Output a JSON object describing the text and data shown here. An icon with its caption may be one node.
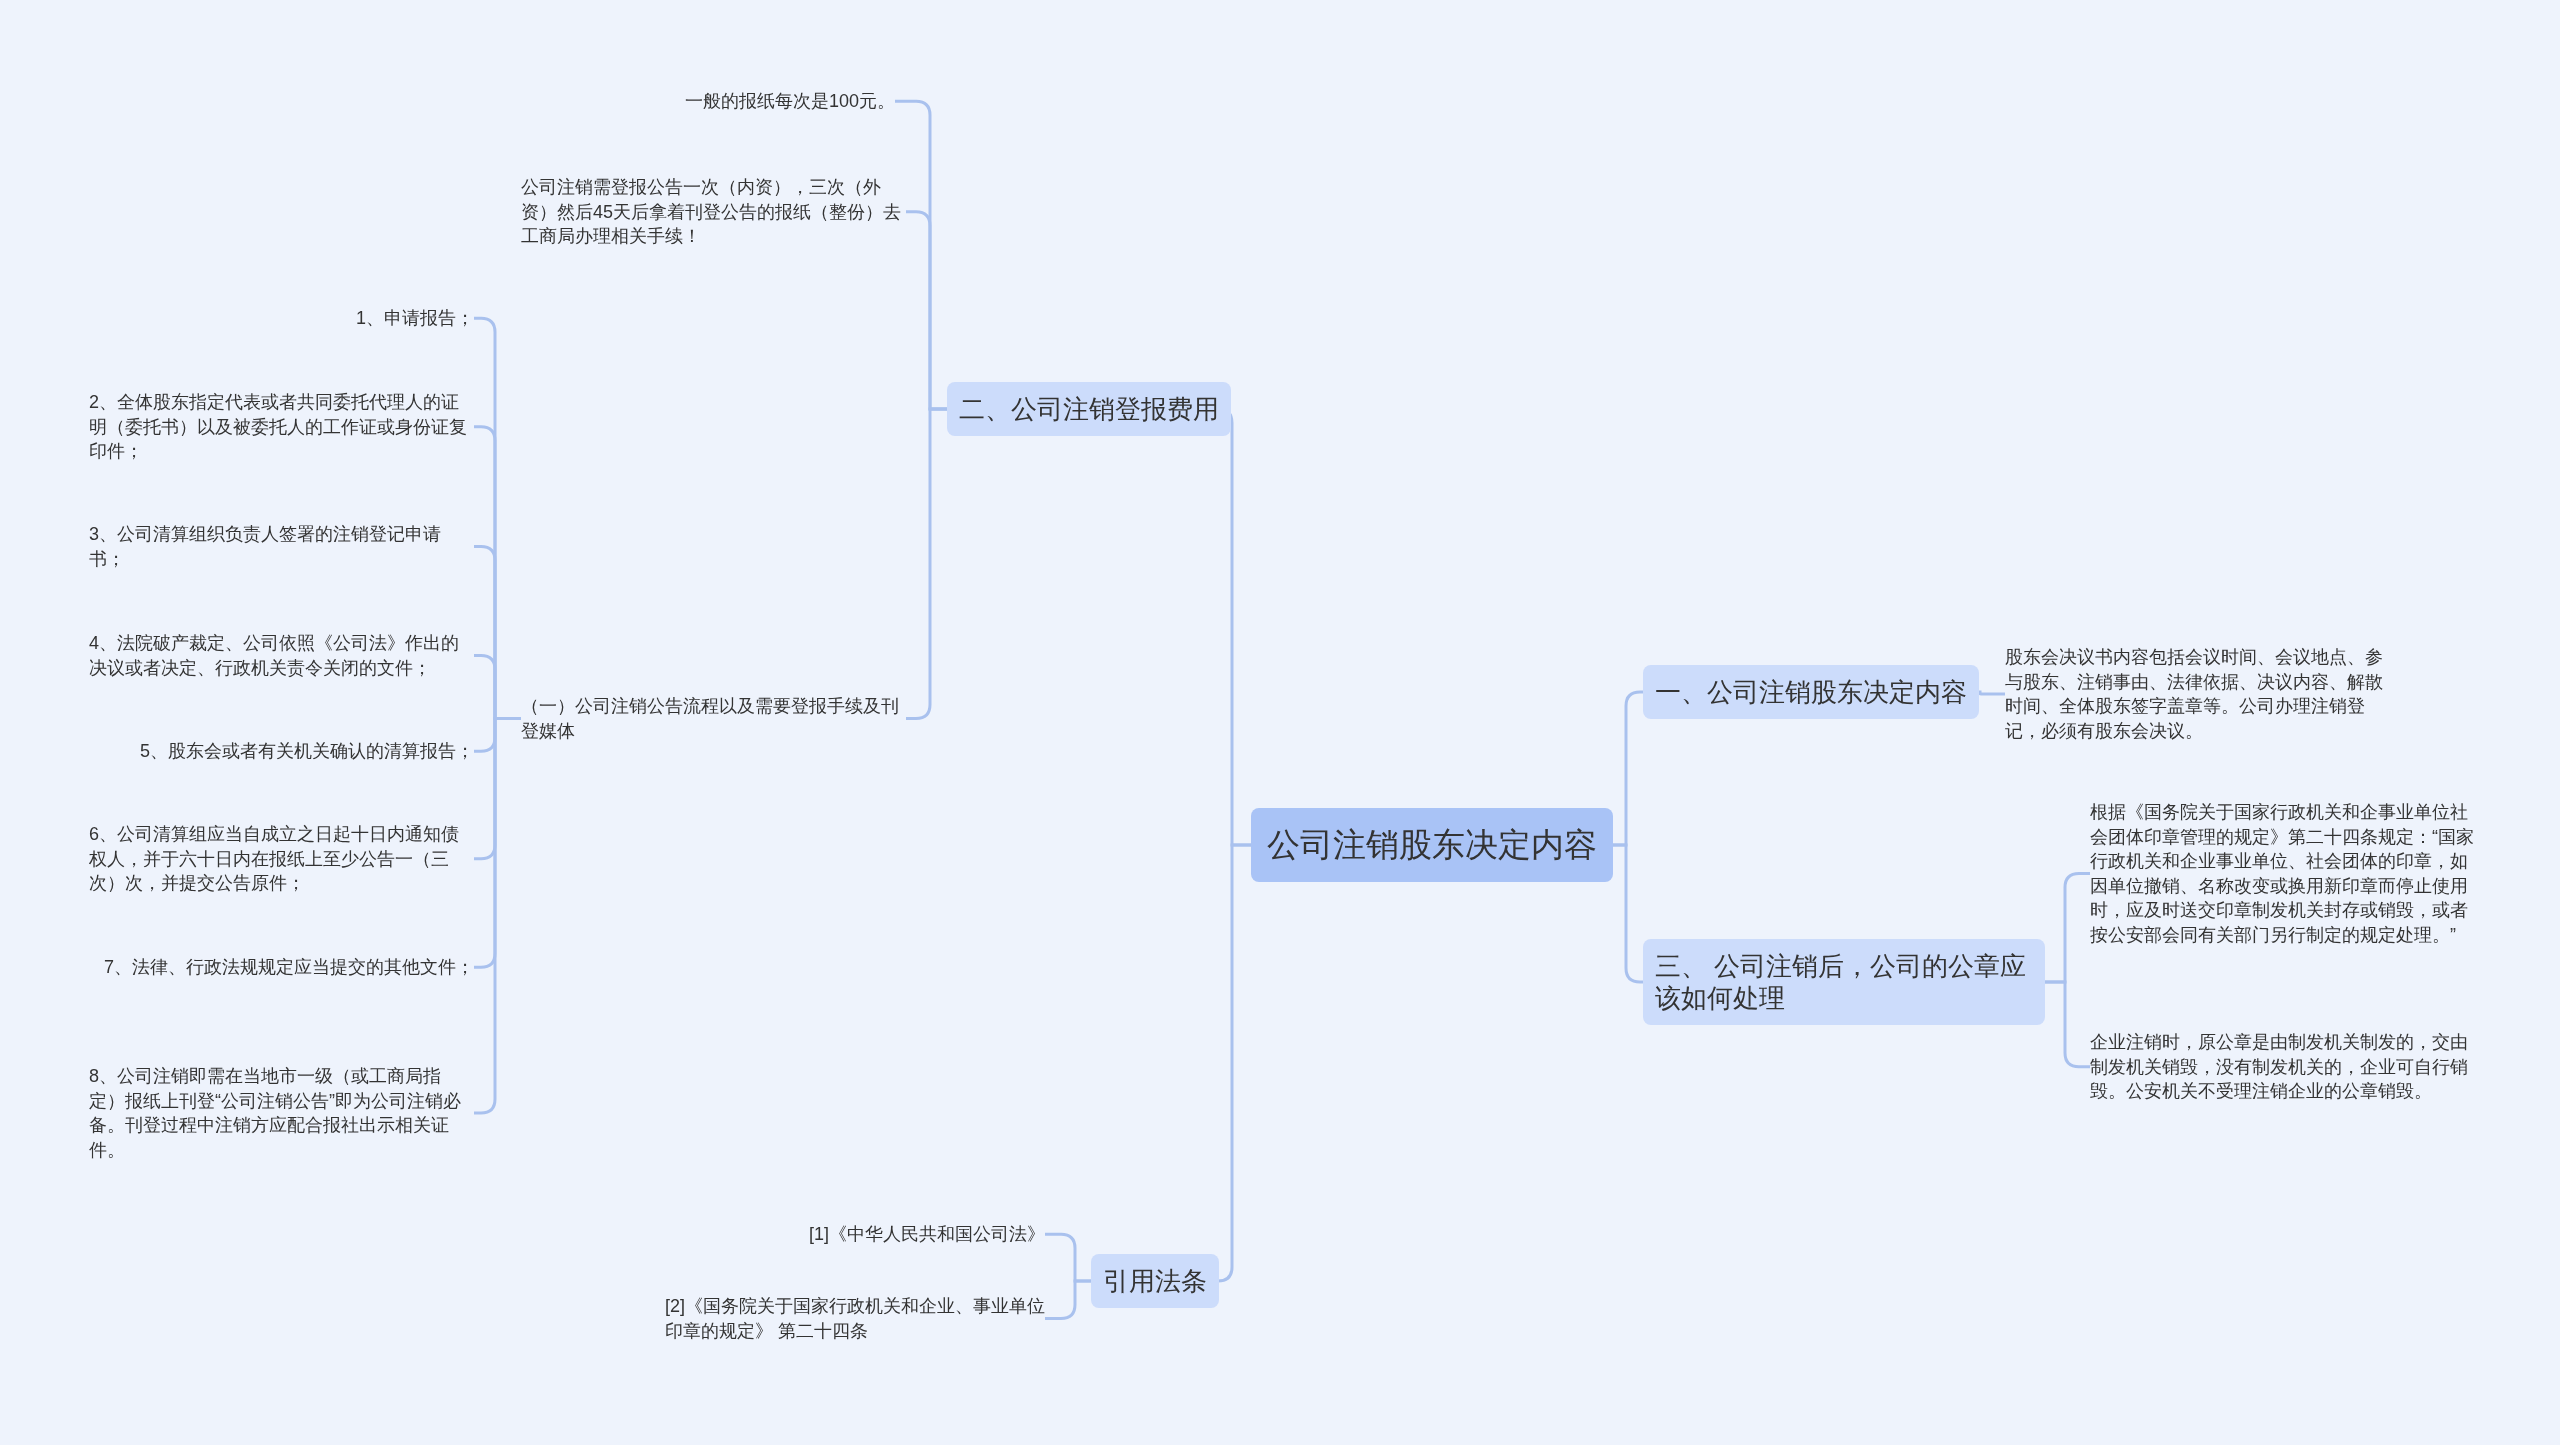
{
  "diagram": {
    "nodes": [
      {
        "text": [
          "公司注销股东决定内容"
        ]
      },
      {
        "text": [
          "二、公司注销登报费用"
        ]
      },
      {
        "text": [
          "一般的报纸每次是100元。"
        ]
      },
      {
        "text": [
          "公司注销需登报公告一次（内资），三次（外资）然后45天后拿着刊登公告的报纸（整份）去工商局办理相关手续！"
        ]
      },
      {
        "text": [
          "（一）公司注销公告流程以及需要登报手续及刊登媒体"
        ]
      },
      {
        "text": [
          "1、申请报告；"
        ]
      },
      {
        "text": [
          "2、全体股东指定代表或者共同委托代理人的证明（委托书）以及被委托人的工作证或身份证复印件；"
        ]
      },
      {
        "text": [
          "3、公司清算组织负责人签署的注销登记申请书；"
        ]
      },
      {
        "text": [
          "4、法院破产裁定、公司依照《公司法》作出的决议或者决定、行政机关责令关闭的文件；"
        ]
      },
      {
        "text": [
          "5、股东会或者有关机关确认的清算报告；"
        ]
      },
      {
        "text": [
          "6、公司清算组应当自成立之日起十日内通知债权人，并于六十日内在报纸上至少公告一（三次）次，并提交公告原件；"
        ]
      },
      {
        "text": [
          "7、法律、行政法规规定应当提交的其他文件；"
        ]
      },
      {
        "text": [
          "8、公司注销即需在当地市一级（或工商局指定）报纸上刊登“公司注销公告”即为公司注销必备。刊登过程中注销方应配合报社出示相关证件。"
        ]
      },
      {
        "text": [
          "引用法条"
        ]
      },
      {
        "text": [
          "[1]《中华人民共和国公司法》"
        ]
      },
      {
        "text": [
          "[2]《国务院关于国家行政机关和企业、事业单位印章的规定》 第二十四条"
        ]
      },
      {
        "text": [
          "一、公司注销股东决定内容"
        ]
      },
      {
        "text": [
          "股东会决议书内容包括会议时间、会议地点、参与股东、注销事由、法律依据、决议内容、解散时间、全体股东签字盖章等。公司办理注销登记，必须有股东会决议。"
        ]
      },
      {
        "text": [
          "三、 公司注销后，公司的公章应该如何处理"
        ]
      },
      {
        "text": [
          "根据《国务院关于国家行政机关和企事业单位社会团体印章管理的规定》第二十四条规定：“国家行政机关和企业事业单位、社会团体的印章，如因单位撤销、名称改变或换用新印章而停止使用时，应及时送交印章制发机关封存或销毁，或者按公安部会同有关部门另行制定的规定处理。”"
        ]
      },
      {
        "text": [
          "企业注销时，原公章是由制发机关制发的，交由制发机关销毁，没有制发机关的，企业可自行销毁。公安机关不受理注销企业的公章销毁。"
        ]
      }
    ],
    "edges": [
      {
        "from": 0,
        "to": 1,
        "arrow": "none"
      },
      {
        "from": 1,
        "to": 2,
        "arrow": "none"
      },
      {
        "from": 1,
        "to": 3,
        "arrow": "none"
      },
      {
        "from": 1,
        "to": 4,
        "arrow": "none"
      },
      {
        "from": 4,
        "to": 5,
        "arrow": "none"
      },
      {
        "from": 4,
        "to": 6,
        "arrow": "none"
      },
      {
        "from": 4,
        "to": 7,
        "arrow": "none"
      },
      {
        "from": 4,
        "to": 8,
        "arrow": "none"
      },
      {
        "from": 4,
        "to": 9,
        "arrow": "none"
      },
      {
        "from": 4,
        "to": 10,
        "arrow": "none"
      },
      {
        "from": 4,
        "to": 11,
        "arrow": "none"
      },
      {
        "from": 4,
        "to": 12,
        "arrow": "none"
      },
      {
        "from": 0,
        "to": 13,
        "arrow": "none"
      },
      {
        "from": 13,
        "to": 14,
        "arrow": "none"
      },
      {
        "from": 13,
        "to": 15,
        "arrow": "none"
      },
      {
        "from": 0,
        "to": 16,
        "arrow": "none"
      },
      {
        "from": 16,
        "to": 17,
        "arrow": "none"
      },
      {
        "from": 0,
        "to": 18,
        "arrow": "none"
      },
      {
        "from": 18,
        "to": 19,
        "arrow": "none"
      },
      {
        "from": 18,
        "to": 20,
        "arrow": "none"
      }
    ]
  }
}
